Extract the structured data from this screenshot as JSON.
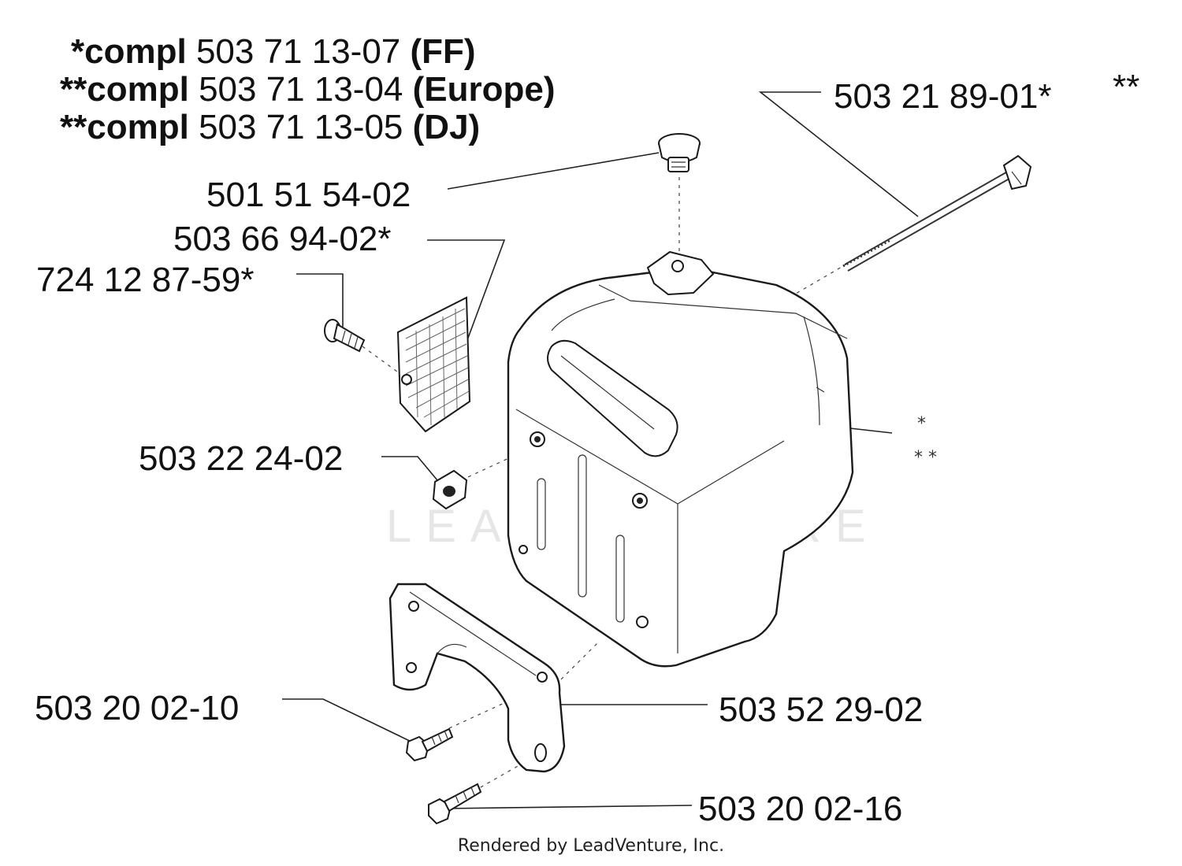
{
  "header": {
    "lines": [
      {
        "prefix": "*compl",
        "number": "503 71 13-07",
        "variant": "(FF)"
      },
      {
        "prefix": "**compl",
        "number": "503 71 13-04",
        "variant": "(Europe)"
      },
      {
        "prefix": "**compl",
        "number": "503 71 13-05",
        "variant": "(DJ)"
      }
    ]
  },
  "parts": {
    "long_bolt": "503 21 89-01*",
    "long_bolt_mark": "**",
    "cap": "501 51 54-02",
    "screen": "503 66 94-02*",
    "small_screw": "724 12 87-59*",
    "nut": "503 22 24-02",
    "screw_a": "503 20 02-10",
    "bracket": "503 52 29-02",
    "screw_b": "503 20 02-16"
  },
  "muffler_marks": {
    "single": "*",
    "double": "* *"
  },
  "watermark": "LEADVENTURE",
  "footer": "Rendered by LeadVenture, Inc."
}
